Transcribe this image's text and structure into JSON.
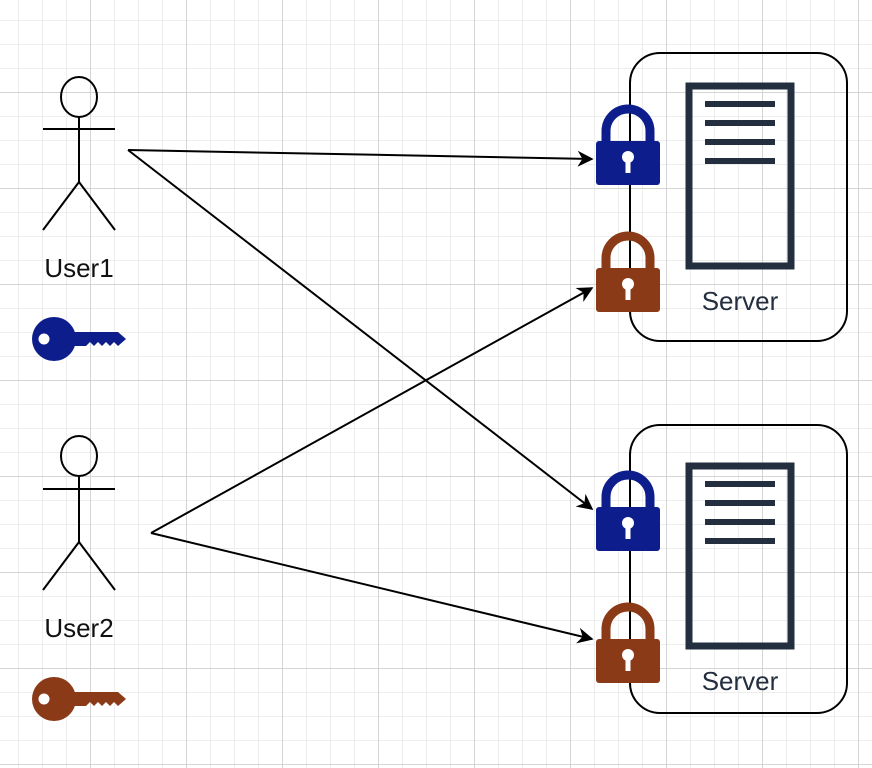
{
  "users": [
    {
      "id": "user1",
      "label": "User1",
      "key_color": "#0d1e8c"
    },
    {
      "id": "user2",
      "label": "User2",
      "key_color": "#8b3a17"
    }
  ],
  "servers": [
    {
      "id": "server-top",
      "label": "Server"
    },
    {
      "id": "server-bottom",
      "label": "Server"
    }
  ],
  "locks": [
    {
      "server": "server-top",
      "owner": "user1",
      "color": "#0d1e8c"
    },
    {
      "server": "server-top",
      "owner": "user2",
      "color": "#8b3a17"
    },
    {
      "server": "server-bottom",
      "owner": "user1",
      "color": "#0d1e8c"
    },
    {
      "server": "server-bottom",
      "owner": "user2",
      "color": "#8b3a17"
    }
  ],
  "connections": [
    {
      "from": "user1",
      "to": "server-top",
      "lock": "user1"
    },
    {
      "from": "user1",
      "to": "server-bottom",
      "lock": "user1"
    },
    {
      "from": "user2",
      "to": "server-top",
      "lock": "user2"
    },
    {
      "from": "user2",
      "to": "server-bottom",
      "lock": "user2"
    }
  ],
  "colors": {
    "server_stroke": "#232f3e",
    "line": "#000000"
  }
}
